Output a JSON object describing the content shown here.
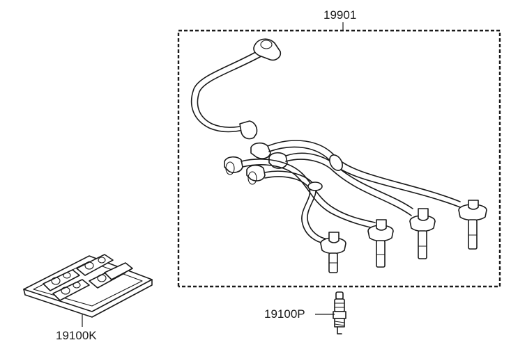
{
  "parts": {
    "wire_set": {
      "number": "19901"
    },
    "spark_plug": {
      "number": "19100P"
    },
    "plug_set": {
      "number": "19100K"
    }
  }
}
